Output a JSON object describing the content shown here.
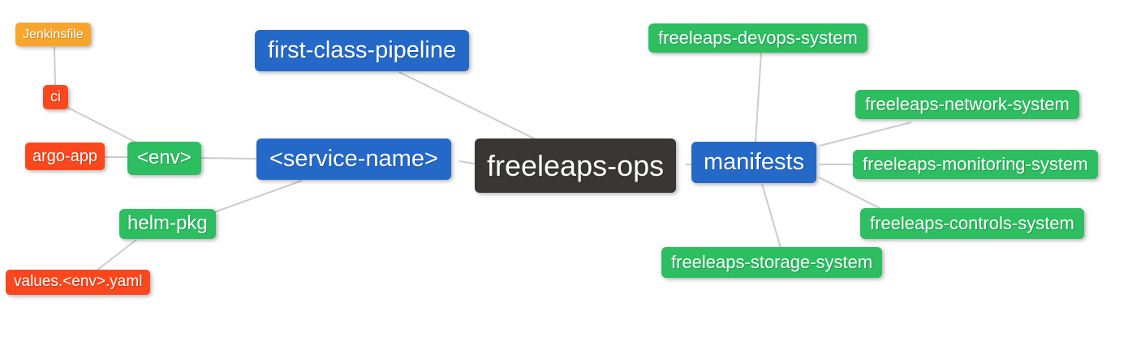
{
  "palette": {
    "root_dark": "#3a3633",
    "branch_blue": "#2569c8",
    "leaf_green": "#2cbe60",
    "leaf_red": "#fb471d",
    "leaf_orange": "#f7a62b",
    "edge": "#cccccc",
    "node_text": "#ffffff",
    "background": "#ffffff"
  },
  "diagram": {
    "nodes": {
      "root": {
        "label": "freeleaps-ops",
        "color_role": "root_dark"
      },
      "first_class_pipeline": {
        "label": "first-class-pipeline",
        "color_role": "branch_blue"
      },
      "service_name": {
        "label": "<service-name>",
        "color_role": "branch_blue"
      },
      "manifests": {
        "label": "manifests",
        "color_role": "branch_blue"
      },
      "env": {
        "label": "<env>",
        "color_role": "leaf_green"
      },
      "helm_pkg": {
        "label": "helm-pkg",
        "color_role": "leaf_green"
      },
      "jenkinsfile": {
        "label": "Jenkinsfile",
        "color_role": "leaf_orange"
      },
      "ci": {
        "label": "ci",
        "color_role": "leaf_red"
      },
      "argo_app": {
        "label": "argo-app",
        "color_role": "leaf_red"
      },
      "values_env_yaml": {
        "label": "values.<env>.yaml",
        "color_role": "leaf_red"
      },
      "devops_system": {
        "label": "freeleaps-devops-system",
        "color_role": "leaf_green"
      },
      "network_system": {
        "label": "freeleaps-network-system",
        "color_role": "leaf_green"
      },
      "monitoring_system": {
        "label": "freeleaps-monitoring-system",
        "color_role": "leaf_green"
      },
      "controls_system": {
        "label": "freeleaps-controls-system",
        "color_role": "leaf_green"
      },
      "storage_system": {
        "label": "freeleaps-storage-system",
        "color_role": "leaf_green"
      }
    },
    "edges": [
      {
        "from": "jenkinsfile",
        "to": "ci"
      },
      {
        "from": "ci",
        "to": "env"
      },
      {
        "from": "argo_app",
        "to": "env"
      },
      {
        "from": "env",
        "to": "service_name"
      },
      {
        "from": "service_name",
        "to": "helm_pkg"
      },
      {
        "from": "helm_pkg",
        "to": "values_env_yaml"
      },
      {
        "from": "first_class_pipeline",
        "to": "root"
      },
      {
        "from": "service_name",
        "to": "root"
      },
      {
        "from": "root",
        "to": "manifests"
      },
      {
        "from": "manifests",
        "to": "devops_system"
      },
      {
        "from": "manifests",
        "to": "network_system"
      },
      {
        "from": "manifests",
        "to": "monitoring_system"
      },
      {
        "from": "manifests",
        "to": "controls_system"
      },
      {
        "from": "manifests",
        "to": "storage_system"
      }
    ]
  }
}
